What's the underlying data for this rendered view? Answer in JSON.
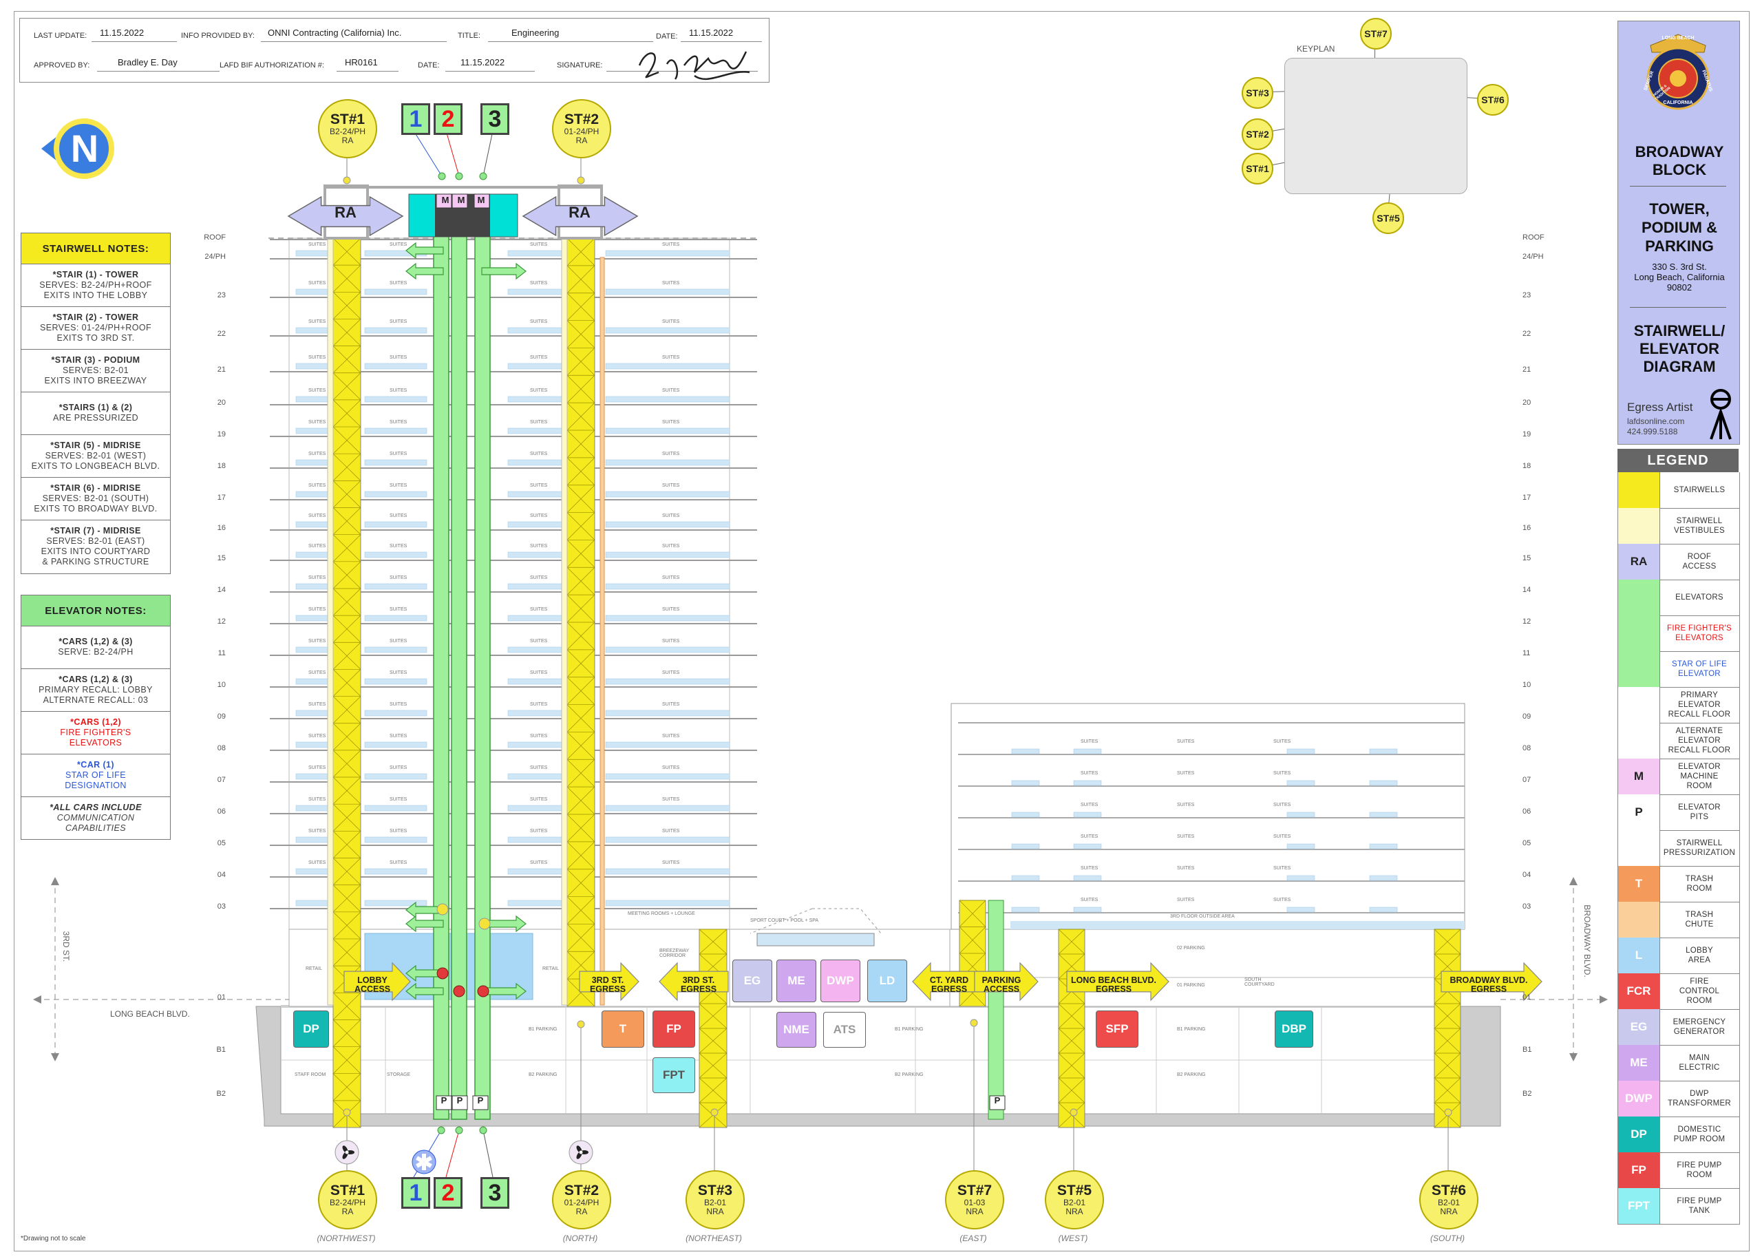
{
  "title_block": {
    "last_update_label": "LAST UPDATE:",
    "last_update": "11.15.2022",
    "info_label": "INFO PROVIDED BY:",
    "info": "ONNI Contracting (California) Inc.",
    "title_label": "TITLE:",
    "title": "Engineering",
    "date_label": "DATE:",
    "date": "11.15.2022",
    "approved_label": "APPROVED BY:",
    "approved": "Bradley E. Day",
    "lafd_label": "LAFD BIF AUTHORIZATION #:",
    "lafd": "HR0161",
    "date2_label": "DATE:",
    "date2": "11.15.2022",
    "signature_label": "SIGNATURE:"
  },
  "north": "N",
  "stairwell_notes": {
    "heading": "STAIRWELL NOTES:",
    "items": [
      {
        "title": "*STAIR (1) - TOWER",
        "lines": [
          "SERVES: B2-24/PH+ROOF",
          "EXITS INTO THE LOBBY"
        ]
      },
      {
        "title": "*STAIR (2) - TOWER",
        "lines": [
          "SERVES: 01-24/PH+ROOF",
          "EXITS TO 3RD ST."
        ]
      },
      {
        "title": "*STAIR (3) - PODIUM",
        "lines": [
          "SERVES: B2-01",
          "EXITS INTO BREEZWAY"
        ]
      },
      {
        "title": "*STAIRS (1) & (2)",
        "lines": [
          "ARE PRESSURIZED"
        ]
      },
      {
        "title": "*STAIR (5) - MIDRISE",
        "lines": [
          "SERVES: B2-01 (WEST)",
          "EXITS TO LONGBEACH BLVD."
        ]
      },
      {
        "title": "*STAIR (6) - MIDRISE",
        "lines": [
          "SERVES: B2-01 (SOUTH)",
          "EXITS TO BROADWAY BLVD."
        ]
      },
      {
        "title": "*STAIR (7) - MIDRISE",
        "lines": [
          "SERVES: B2-01 (EAST)",
          "EXITS INTO COURTYARD",
          "& PARKING STRUCTURE"
        ]
      }
    ]
  },
  "elevator_notes": {
    "heading": "ELEVATOR NOTES:",
    "items": [
      {
        "title": "*CARS (1,2) & (3)",
        "lines": [
          "SERVE: B2-24/PH"
        ]
      },
      {
        "title": "*CARS (1,2) & (3)",
        "lines": [
          "PRIMARY RECALL: LOBBY",
          "ALTERNATE RECALL: 03"
        ]
      },
      {
        "title": "*CARS (1,2)",
        "lines": [
          "FIRE FIGHTER'S",
          "ELEVATORS"
        ]
      },
      {
        "title": "*CAR (1)",
        "lines": [
          "STAR OF LIFE",
          "DESIGNATION"
        ]
      },
      {
        "title": "*ALL CARS INCLUDE",
        "lines": [
          "COMMUNICATION",
          "CAPABILITIES"
        ]
      }
    ]
  },
  "floors": [
    "ROOF",
    "24/PH",
    "23",
    "22",
    "21",
    "20",
    "19",
    "18",
    "17",
    "16",
    "15",
    "14",
    "12",
    "11",
    "10",
    "09",
    "08",
    "07",
    "06",
    "05",
    "04",
    "03",
    "01",
    "B1",
    "B2"
  ],
  "streets": {
    "left_vertical": "3RD ST.",
    "left": "LONG BEACH BLVD.",
    "right_vertical": "BROADWAY BLVD."
  },
  "stairs_top": [
    {
      "id": "ST#1",
      "serves": "B2-24/PH",
      "access": "RA"
    },
    {
      "id": "ST#2",
      "serves": "01-24/PH",
      "access": "RA"
    }
  ],
  "stairs_bottom": [
    {
      "id": "ST#1",
      "serves": "B2-24/PH",
      "access": "RA",
      "dir": "(NORTHWEST)"
    },
    {
      "id": "ST#2",
      "serves": "01-24/PH",
      "access": "RA",
      "dir": "(NORTH)"
    },
    {
      "id": "ST#3",
      "serves": "B2-01",
      "access": "NRA",
      "dir": "(NORTHEAST)"
    },
    {
      "id": "ST#7",
      "serves": "01-03",
      "access": "NRA",
      "dir": "(EAST)"
    },
    {
      "id": "ST#5",
      "serves": "B2-01",
      "access": "NRA",
      "dir": "(WEST)"
    },
    {
      "id": "ST#6",
      "serves": "B2-01",
      "access": "NRA",
      "dir": "(SOUTH)"
    }
  ],
  "cars": [
    "1",
    "2",
    "3"
  ],
  "ra": "RA",
  "m": "M",
  "p": "P",
  "keyplan": {
    "label": "KEYPLAN",
    "stairs": [
      "ST#7",
      "ST#3",
      "ST#2",
      "ST#1",
      "ST#6",
      "ST#5"
    ]
  },
  "egress_labels": {
    "lobby": "LOBBY\nACCESS",
    "third": "3RD ST.\nEGRESS",
    "third2": "3RD ST.\nEGRESS",
    "ctyard": "CT. YARD\nEGRESS",
    "parking": "PARKING\nACCESS",
    "lbblvd": "LONG BEACH BLVD.\nEGRESS",
    "bwblvd": "BROADWAY BLVD.\nEGRESS"
  },
  "rooms": {
    "dp": "DP",
    "t": "T",
    "fp": "FP",
    "fpt": "FPT",
    "eg": "EG",
    "me": "ME",
    "dwp": "DWP",
    "ld": "LD",
    "nme": "NME",
    "ats": "ATS",
    "sfp": "SFP",
    "dbp": "DBP"
  },
  "small_text": {
    "suites": "SUITES",
    "retail": "RETAIL",
    "meeting": "MEETING ROOMS + LOUNGE",
    "sport": "SPORT COURT + POOL + SPA",
    "breezeway": "BREEZEWAY\nCORRIDOR",
    "b1parking": "B1 PARKING",
    "b2parking": "B2 PARKING",
    "staff": "STAFF ROOM",
    "storage": "STORAGE",
    "o1parking": "01 PARKING",
    "o2parking": "02 PARKING",
    "south_ct": "SOUTH\nCOURTYARD",
    "outside": "3RD FLOOR OUTSIDE AREA",
    "not_to_scale": "*Drawing not to scale"
  },
  "sidebar": {
    "badge_top": "LONG BEACH",
    "badge_left": "SEMPER",
    "badge_right": "PARATUS",
    "badge_bottom": "CALIFORNIA",
    "badge_mid": "HONOR & TRADITION",
    "project": "BROADWAY\nBLOCK",
    "subtitle": "TOWER,\nPODIUM &\nPARKING",
    "address": "330 S. 3rd St.\nLong Beach, California\n90802",
    "diagram": "STAIRWELL/\nELEVATOR\nDIAGRAM",
    "artist": "Egress Artist",
    "site": "lafdsonline.com",
    "phone": "424.999.5188"
  },
  "legend": {
    "heading": "LEGEND",
    "items": [
      {
        "sw": "",
        "text": "STAIRWELLS"
      },
      {
        "sw": "",
        "text": "STAIRWELL\nVESTIBULES"
      },
      {
        "sw": "RA",
        "text": "ROOF\nACCESS"
      },
      {
        "sw": "",
        "text": "ELEVATORS"
      },
      {
        "sw": "",
        "text": "FIRE FIGHTER'S\nELEVATORS"
      },
      {
        "sw": "",
        "text": "STAR OF LIFE\nELEVATOR"
      },
      {
        "sw": "",
        "text": "PRIMARY\nELEVATOR\nRECALL FLOOR"
      },
      {
        "sw": "",
        "text": "ALTERNATE\nELEVATOR\nRECALL FLOOR"
      },
      {
        "sw": "M",
        "text": "ELEVATOR\nMACHINE\nROOM"
      },
      {
        "sw": "P",
        "text": "ELEVATOR\nPITS"
      },
      {
        "sw": "",
        "text": "STAIRWELL\nPRESSURIZATION"
      },
      {
        "sw": "T",
        "text": "TRASH\nROOM"
      },
      {
        "sw": "",
        "text": "TRASH\nCHUTE"
      },
      {
        "sw": "L",
        "text": "LOBBY\nAREA"
      },
      {
        "sw": "FCR",
        "text": "FIRE\nCONTROL\nROOM"
      },
      {
        "sw": "EG",
        "text": "EMERGENCY\nGENERATOR"
      },
      {
        "sw": "ME",
        "text": "MAIN\nELECTRIC"
      },
      {
        "sw": "DWP",
        "text": "DWP\nTRANSFORMER"
      },
      {
        "sw": "DP",
        "text": "DOMESTIC\nPUMP ROOM"
      },
      {
        "sw": "FP",
        "text": "FIRE PUMP\nROOM"
      },
      {
        "sw": "FPT",
        "text": "FIRE PUMP\nTANK"
      }
    ]
  },
  "colors": {
    "stair_yellow": "#f5ea1e",
    "vestibule": "#fdf9c6",
    "elevator_green": "#9ef09a",
    "ra_lavender": "#c8c8f4",
    "sidebar_lavender": "#bfc3f2",
    "cyan": "#00e0d6",
    "ff_red": "#e11",
    "sol_blue": "#2a57d8",
    "trash": "#f49a5a",
    "trash_chute": "#fbcf9a",
    "lobby": "#a9d8f6",
    "fcr": "#ee4b4b",
    "eg": "#c9c9ee",
    "me": "#cfa7ef",
    "dwp": "#f4b4ef",
    "dp": "#14b8b2",
    "fp": "#e84848",
    "fpt": "#8ef0f2"
  }
}
